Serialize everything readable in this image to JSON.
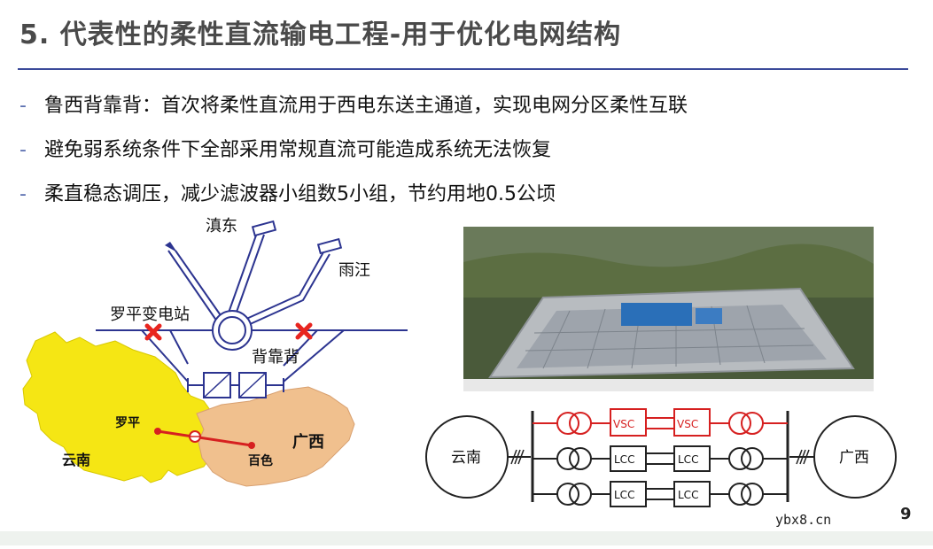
{
  "slide": {
    "title": "5. 代表性的柔性直流输电工程-用于优化电网结构",
    "page_number": "9",
    "watermark": "ybx8.cn"
  },
  "bullets": [
    {
      "marker": "-",
      "text": "鲁西背靠背：首次将柔性直流用于西电东送主通道，实现电网分区柔性互联"
    },
    {
      "marker": "-",
      "text": "避免弱系统条件下全部采用常规直流可能造成系统无法恢复"
    },
    {
      "marker": "-",
      "text": "柔直稳态调压，减少滤波器小组数5小组，节约用地0.5公顷"
    }
  ],
  "map_diagram": {
    "label_dian_dong": "滇东",
    "label_yu_wang": "雨汪",
    "label_luoping_substation": "罗平变电站",
    "label_back_to_back": "背靠背",
    "label_luoping": "罗平",
    "label_yunnan": "云南",
    "label_baise": "百色",
    "label_guangxi": "广西",
    "colors": {
      "yunnan": "#f5e614",
      "guangxi": "#f0c08e",
      "line": "#2c3490",
      "cross": "#e8251f",
      "link": "#d62020"
    }
  },
  "circuit": {
    "left_grid": "云南",
    "right_grid": "广西",
    "vsc_label": "VSC",
    "lcc_label": "LCC",
    "colors": {
      "vsc": "#d62020",
      "lcc": "#222222"
    }
  }
}
